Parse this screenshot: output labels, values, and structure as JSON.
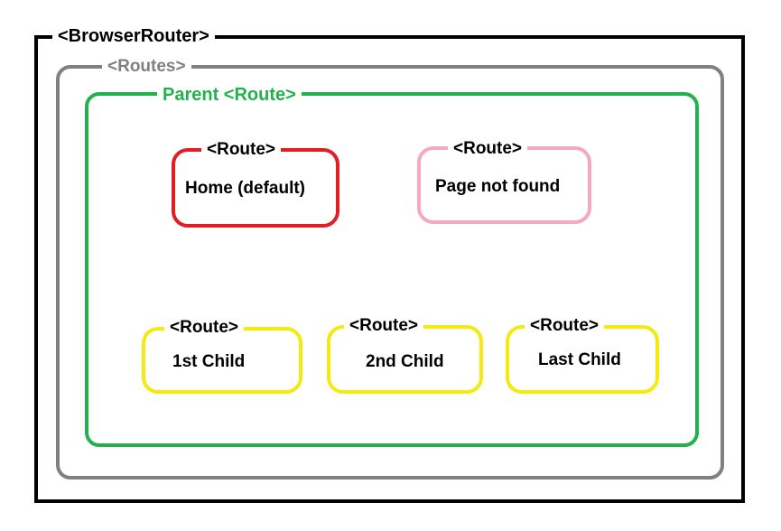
{
  "diagram": {
    "browser_router": {
      "label": "<BrowserRouter>",
      "color": "#000000"
    },
    "routes": {
      "label": "<Routes>",
      "color": "#808080"
    },
    "parent_route": {
      "label": "Parent <Route>",
      "color": "#22b14c"
    },
    "route_boxes": [
      {
        "tag": "<Route>",
        "text": "Home (default)",
        "color": "#e01f25"
      },
      {
        "tag": "<Route>",
        "text": "Page not found",
        "color": "#f5a8c4"
      },
      {
        "tag": "<Route>",
        "text": "1st Child",
        "color": "#f5ea10"
      },
      {
        "tag": "<Route>",
        "text": "2nd Child",
        "color": "#f5ea10"
      },
      {
        "tag": "<Route>",
        "text": "Last Child",
        "color": "#f5ea10"
      }
    ]
  }
}
